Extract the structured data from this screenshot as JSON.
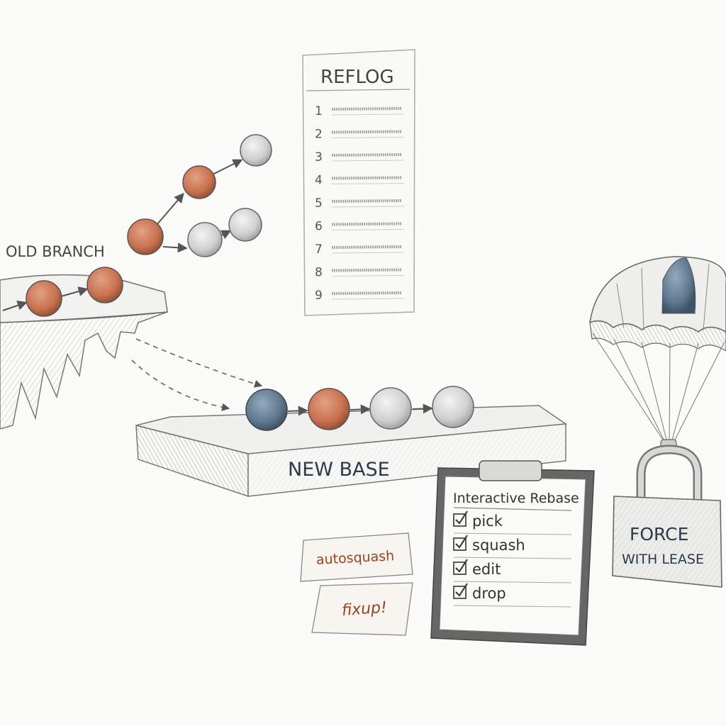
{
  "colors": {
    "commit_rust": "#c8714f",
    "commit_blue": "#5e7890",
    "commit_gray": "#cfcfcf",
    "ink": "#555555",
    "label_ink": "#2d3b48",
    "note_ink": "#a0401f"
  },
  "labels": {
    "old_branch": "OLD BRANCH",
    "new_base": "NEW BASE",
    "force_line1": "FORCE",
    "force_line2": "WITH LEASE"
  },
  "reflog": {
    "title": "REFLOG",
    "entries": [
      "1",
      "2",
      "3",
      "4",
      "5",
      "6",
      "7",
      "8",
      "9"
    ]
  },
  "clipboard": {
    "title": "Interactive Rebase",
    "items": [
      "pick",
      "squash",
      "edit",
      "drop"
    ]
  },
  "notes": {
    "autosquash": "autosquash",
    "fixup": "fixup!"
  },
  "icons": {
    "parachute": "parachute-icon",
    "padlock": "padlock-icon",
    "checkbox": "checkbox-icon"
  }
}
